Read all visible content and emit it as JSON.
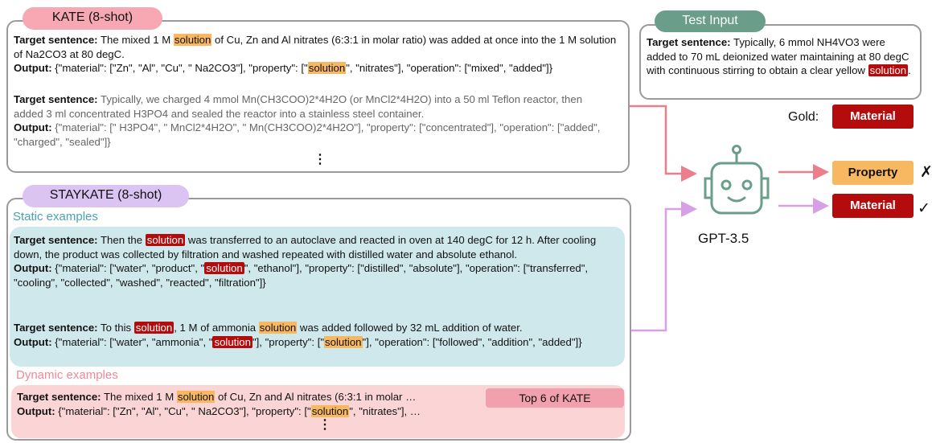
{
  "kate": {
    "title": "KATE (8-shot)",
    "ex1": {
      "target_label": "Target sentence:",
      "target_pre": " The mixed 1 M ",
      "target_hl": "solution",
      "target_post": " of Cu, Zn and Al nitrates (6:3:1 in molar ratio) was added at once into the 1 M solution of Na2CO3 at 80 degC.",
      "output_label": "Output:",
      "output_pre": " {\"material\": [\"Zn\", \"Al\", \"Cu\", \" Na2CO3\"], \"property\": [\"",
      "output_hl": "solution",
      "output_post": "\", \"nitrates\"], \"operation\": [\"mixed\", \"added\"]}"
    },
    "ex2": {
      "target_label": "Target sentence:",
      "target_text": " Typically, we charged 4 mmol Mn(CH3COO)2*4H2O (or MnCl2*4H2O) into a 50 ml Teflon reactor, then added 3 ml concentrated H3PO4 and sealed the reactor into a stainless steel container.",
      "output_label": "Output:",
      "output_text": " {\"material\": [\" H3PO4\", \" MnCl2*4H2O\", \" Mn(CH3COO)2*4H2O\"], \"property\": [\"concentrated\"], \"operation\": [\"added\", \"charged\", \"sealed\"]}"
    },
    "dots": "⋮"
  },
  "test_input": {
    "title": "Test Input",
    "target_label": "Target sentence:",
    "target_pre": " Typically, 6 mmol NH4VO3 were added to 70 mL deionized water maintaining at 80 degC with continuous stirring to obtain a clear yellow ",
    "target_hl": "solution",
    "target_post": "."
  },
  "gold": {
    "label": "Gold:",
    "value": "Material"
  },
  "model": {
    "name": "GPT-3.5",
    "icon": "robot-icon"
  },
  "predictions": [
    {
      "value": "Property",
      "mark": "✗",
      "color": "#f8b862"
    },
    {
      "value": "Material",
      "mark": "✓",
      "color": "#b40c0c"
    }
  ],
  "staykate": {
    "title": "STAYKATE (8-shot)",
    "static_title": "Static examples",
    "ex1": {
      "target_label": "Target sentence:",
      "target_pre": " Then the ",
      "target_hl": "solution",
      "target_post": " was transferred to an autoclave and reacted in oven at 140 degC for 12 h. After cooling down, the product was collected by filtration and washed repeated with distilled water and absolute ethanol.",
      "output_label": "Output:",
      "output_pre": " {\"material\": [\"water\", \"product\", \"",
      "output_hl": "solution",
      "output_post": "\", \"ethanol\"], \"property\": [\"distilled\", \"absolute\"], \"operation\": [\"transferred\", \"cooling\", \"collected\", \"washed\", \"reacted\", \"filtration\"]}"
    },
    "ex2": {
      "target_label": "Target sentence:",
      "target_pre": " To this ",
      "target_hl1": "solution",
      "target_mid": ", 1 M of ammonia ",
      "target_hl2": "solution",
      "target_post": " was added followed by 32 mL addition of water.",
      "output_label": "Output:",
      "output_pre": " {\"material\": [\"water\", \"ammonia\", \"",
      "output_hl1": "solution",
      "output_mid": "\"], \"property\": [\"",
      "output_hl2": "solution",
      "output_post": "\"], \"operation\": [\"followed\", \"addition\", \"added\"]}"
    },
    "dynamic_title": "Dynamic examples",
    "dyn": {
      "target_label": "Target sentence:",
      "target_pre": " The mixed 1 M ",
      "target_hl": "solution",
      "target_post": " of Cu, Zn and Al nitrates (6:3:1 in molar …",
      "output_label": "Output:",
      "output_pre": " {\"material\": [\"Zn\", \"Al\", \"Cu\", \" Na2CO3\"], \"property\": [\"",
      "output_hl": "solution",
      "output_post": "\", \"nitrates\"], …",
      "badge": "Top 6 of KATE"
    },
    "dots": "⋮"
  },
  "colors": {
    "kate_pill": "#f7a8b3",
    "test_pill": "#6b9e8a",
    "staykate_pill": "#dcc4f2",
    "static_bg": "#cfe8ec",
    "static_title": "#4aa2b0",
    "dynamic_bg": "#fbd5d5",
    "dynamic_title": "#ee8a96",
    "red": "#b40c0c",
    "yellow": "#f8b862",
    "arrow_pink": "#ec7d8b",
    "arrow_purple": "#d7a0e6",
    "robot": "#6b9e8a"
  }
}
